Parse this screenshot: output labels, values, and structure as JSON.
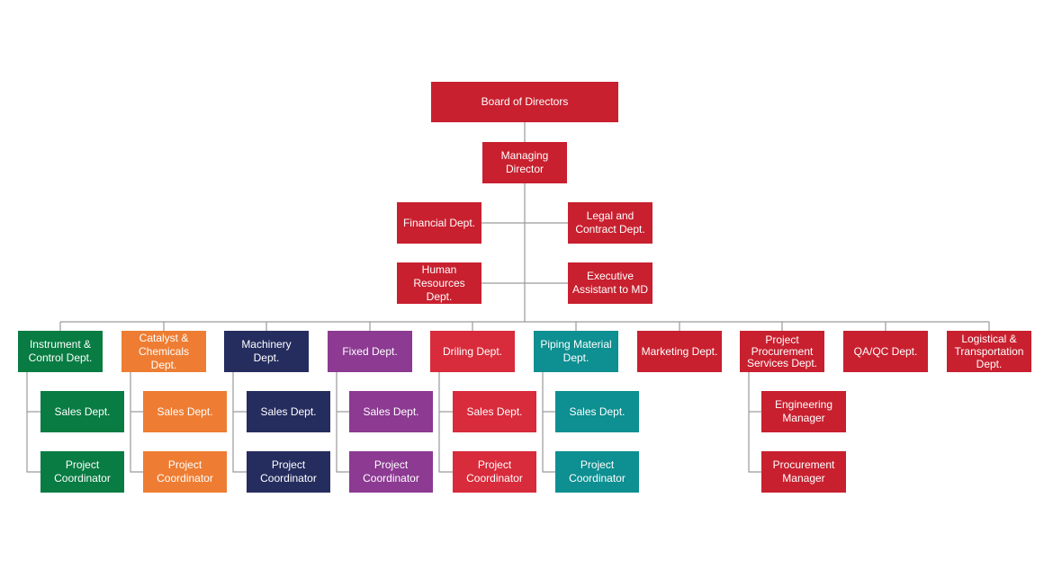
{
  "colors": {
    "red": "#c8202f",
    "green": "#087c42",
    "orange": "#ee7d33",
    "navy": "#252d5f",
    "purple": "#8c3a92",
    "crimson": "#d82b3b",
    "teal": "#0e8f91",
    "line": "#9a9a9a"
  },
  "top": {
    "board": "Board of Directors",
    "managing_director": "Managing\nDirector",
    "financial": "Financial Dept.",
    "legal": "Legal and\nContract Dept.",
    "hr": "Human\nResources Dept.",
    "executive": "Executive\nAssistant to MD"
  },
  "departments": [
    {
      "label": "Instrument &\nControl Dept.",
      "sub": [
        "Sales Dept.",
        "Project\nCoordinator"
      ]
    },
    {
      "label": "Catalyst &\nChemicals Dept.",
      "sub": [
        "Sales Dept.",
        "Project\nCoordinator"
      ]
    },
    {
      "label": "Machinery\nDept.",
      "sub": [
        "Sales Dept.",
        "Project\nCoordinator"
      ]
    },
    {
      "label": "Fixed Dept.",
      "sub": [
        "Sales Dept.",
        "Project\nCoordinator"
      ]
    },
    {
      "label": "Driling Dept.",
      "sub": [
        "Sales Dept.",
        "Project\nCoordinator"
      ]
    },
    {
      "label": "Piping Material\nDept.",
      "sub": [
        "Sales Dept.",
        "Project\nCoordinator"
      ]
    },
    {
      "label": "Marketing Dept.",
      "sub": []
    },
    {
      "label": "Project\nProcurement\nServices Dept.",
      "sub": [
        "Engineering\nManager",
        "Procurement\nManager"
      ]
    },
    {
      "label": "QA/QC Dept.",
      "sub": []
    },
    {
      "label": "Logistical &\nTransportation\nDept.",
      "sub": []
    }
  ]
}
